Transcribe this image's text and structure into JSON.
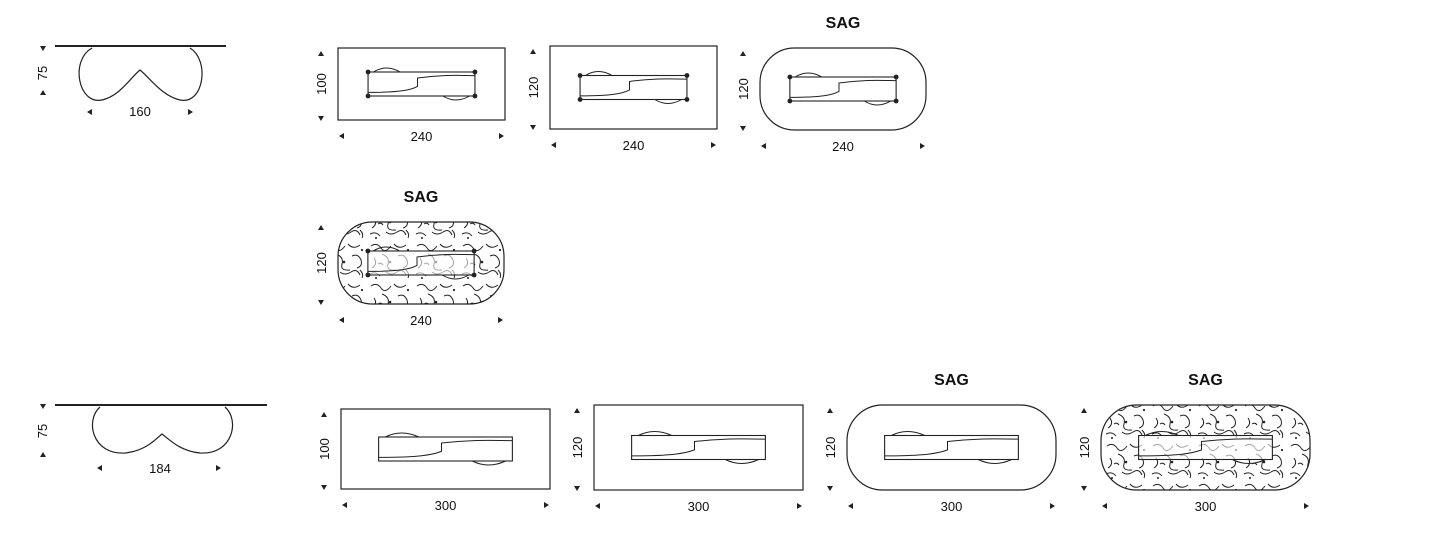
{
  "colors": {
    "line": "#222222",
    "background": "#ffffff"
  },
  "sag_label": "SAG",
  "side_views": [
    {
      "height": "75",
      "width": "160"
    },
    {
      "height": "75",
      "width": "184"
    }
  ],
  "row1": [
    {
      "width": "240",
      "depth": "100",
      "shape": "rectangle",
      "sag": ""
    },
    {
      "width": "240",
      "depth": "120",
      "shape": "rectangle",
      "sag": ""
    },
    {
      "width": "240",
      "depth": "120",
      "shape": "rounded",
      "sag": "SAG"
    }
  ],
  "row2": [
    {
      "width": "240",
      "depth": "120",
      "shape": "rounded-pattern",
      "sag": "SAG"
    }
  ],
  "row3": [
    {
      "width": "300",
      "depth": "100",
      "shape": "rectangle",
      "sag": ""
    },
    {
      "width": "300",
      "depth": "120",
      "shape": "rectangle",
      "sag": ""
    },
    {
      "width": "300",
      "depth": "120",
      "shape": "rounded",
      "sag": "SAG"
    },
    {
      "width": "300",
      "depth": "120",
      "shape": "rounded-pattern",
      "sag": "SAG"
    }
  ]
}
